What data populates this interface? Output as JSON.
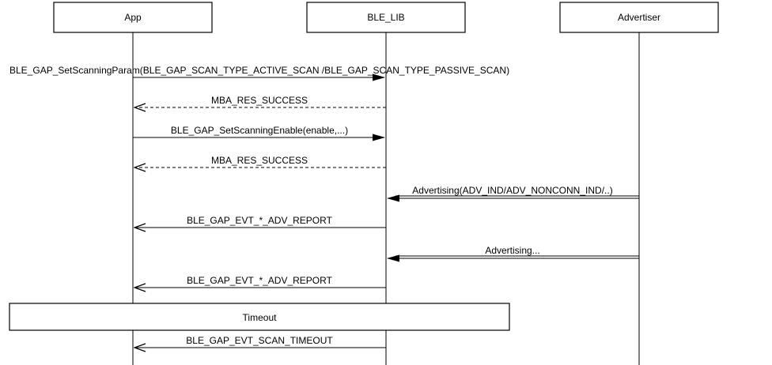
{
  "participants": {
    "app": "App",
    "ble_lib": "BLE_LIB",
    "advertiser": "Advertiser"
  },
  "messages": [
    {
      "label": "BLE_GAP_SetScanningParam(BLE_GAP_SCAN_TYPE_ACTIVE_SCAN /BLE_GAP_SCAN_TYPE_PASSIVE_SCAN)",
      "from": "app",
      "to": "ble_lib",
      "style": "solid-filled"
    },
    {
      "label": "MBA_RES_SUCCESS",
      "from": "ble_lib",
      "to": "app",
      "style": "dashed-open"
    },
    {
      "label": "BLE_GAP_SetScanningEnable(enable,...)",
      "from": "app",
      "to": "ble_lib",
      "style": "solid-filled"
    },
    {
      "label": "MBA_RES_SUCCESS",
      "from": "ble_lib",
      "to": "app",
      "style": "dashed-open"
    },
    {
      "label": "Advertising(ADV_IND/ADV_NONCONN_IND/..)",
      "from": "advertiser",
      "to": "ble_lib",
      "style": "double-filled"
    },
    {
      "label": "BLE_GAP_EVT_*_ADV_REPORT",
      "from": "ble_lib",
      "to": "app",
      "style": "solid-open"
    },
    {
      "label": "Advertising...",
      "from": "advertiser",
      "to": "ble_lib",
      "style": "double-filled"
    },
    {
      "label": "BLE_GAP_EVT_*_ADV_REPORT",
      "from": "ble_lib",
      "to": "app",
      "style": "solid-open"
    },
    {
      "label": "BLE_GAP_EVT_SCAN_TIMEOUT",
      "from": "ble_lib",
      "to": "app",
      "style": "solid-open"
    }
  ],
  "timeout_box": "Timeout"
}
